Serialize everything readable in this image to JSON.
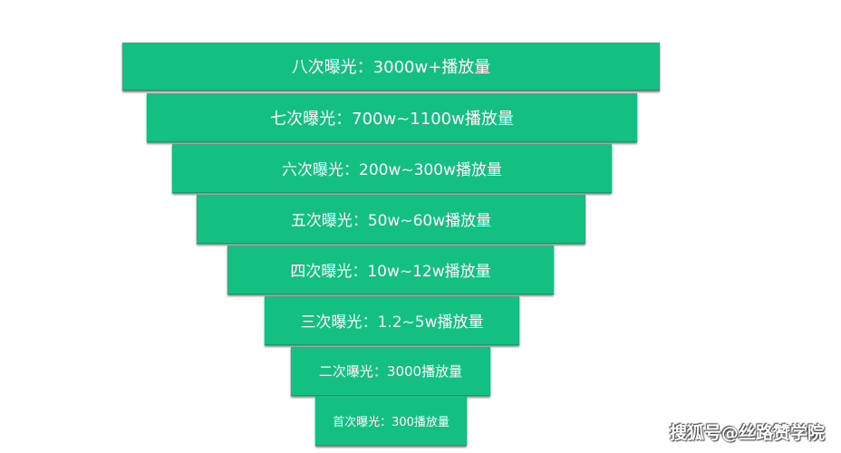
{
  "funnel": {
    "tiers": [
      {
        "label": "八次曝光：3000w+播放量"
      },
      {
        "label": "七次曝光：700w~1100w播放量"
      },
      {
        "label": "六次曝光：200w~300w播放量"
      },
      {
        "label": "五次曝光：50w~60w播放量"
      },
      {
        "label": "四次曝光：10w~12w播放量"
      },
      {
        "label": "三次曝光：1.2~5w播放量"
      },
      {
        "label": "二次曝光：3000播放量"
      },
      {
        "label": "首次曝光：300播放量"
      }
    ],
    "color": "#14bf82"
  },
  "watermark": {
    "text": "搜狐号@丝路赞学院"
  }
}
